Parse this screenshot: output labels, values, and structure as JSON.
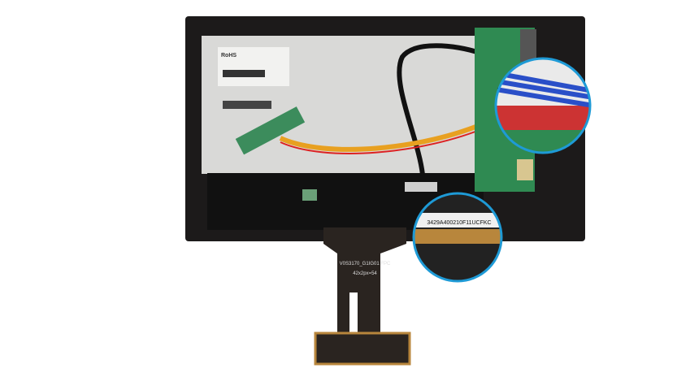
{
  "label": {
    "brand": "RoHS"
  },
  "fpc": {
    "line1": "V0S3170_G1IG01 FPC",
    "line2": "42x2px=54"
  },
  "zoom_inset": {
    "serial": "3429A400210F11UCFKC"
  },
  "colors": {
    "frame": "#1c1a1a",
    "panel": "#d9d9d7",
    "pcb": "#2f8a52",
    "inset_ring": "#1e9ad6",
    "fpc": "#2a2420",
    "connector": "#b8863c"
  }
}
